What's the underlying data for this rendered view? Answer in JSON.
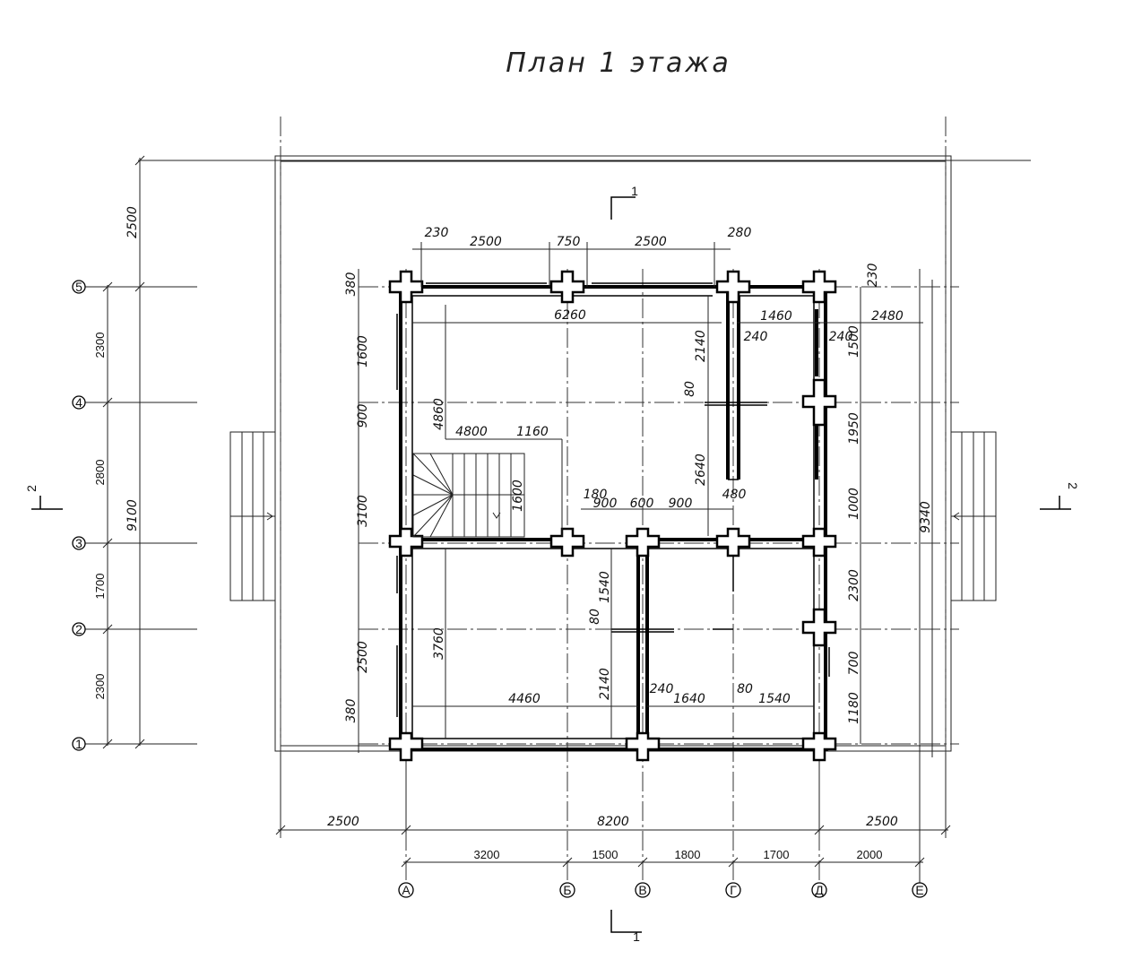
{
  "title": "План 1 этажа",
  "section_marks": {
    "s1": "1",
    "s2": "2"
  },
  "row_axes": [
    "1",
    "2",
    "3",
    "4",
    "5"
  ],
  "col_axes": [
    "А",
    "Б",
    "В",
    "Г",
    "Д",
    "Е"
  ],
  "left_dims": {
    "outer": [
      "2500",
      "9100"
    ],
    "row_spacings": [
      "2300",
      "2800",
      "1700",
      "2300"
    ]
  },
  "bottom_dims": {
    "overall": [
      "2500",
      "8200",
      "2500"
    ],
    "axes": [
      "3200",
      "1500",
      "1800",
      "1700",
      "2000"
    ]
  },
  "top_dims": [
    "230",
    "2500",
    "750",
    "2500",
    "280"
  ],
  "inner_dims": {
    "d6260": "6260",
    "d1460": "1460",
    "d2480": "2480",
    "d240a": "240",
    "d240b": "240",
    "d230": "230",
    "d380a": "380",
    "d1600a": "1600",
    "d900a": "900",
    "d3100": "3100",
    "d2500": "2500",
    "d380b": "380",
    "d4860": "4860",
    "d4800": "4800",
    "d1160": "1160",
    "d1600b": "1600",
    "d2140a": "2140",
    "d80a": "80",
    "d2640": "2640",
    "d180": "180",
    "d900b": "900",
    "d600": "600",
    "d900c": "900",
    "d480": "480",
    "d1500": "1500",
    "d1950": "1950",
    "d1000": "1000",
    "d2300": "2300",
    "d700": "700",
    "d1180": "1180",
    "d9340": "9340",
    "d1540a": "1540",
    "d80b": "80",
    "d3760": "3760",
    "d2140b": "2140",
    "d4460": "4460",
    "d240c": "240",
    "d1640": "1640",
    "d80c": "80",
    "d1540b": "1540"
  }
}
